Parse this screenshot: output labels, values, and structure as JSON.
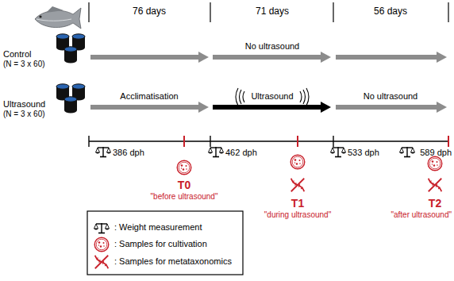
{
  "diagram": {
    "labels": [
      "76 days",
      "71 days",
      "56 days",
      "Control",
      "(N = 3 x 60)",
      "Ultrasound",
      "(N = 3 x 60)",
      "No ultrasound",
      "Acclimatisation",
      "Ultrasound",
      "No ultrasound",
      "386 dph",
      "462 dph",
      "533 dph",
      "589 dph",
      "T0",
      "\"before ultrasound\"",
      "T1",
      "\"during ultrasound\"",
      "T2",
      "\"after ultrasound\""
    ],
    "legend": [
      {
        "text": ": Weight measurement"
      },
      {
        "text": ": Samples for cultivation"
      },
      {
        "text": ": Samples for metataxonomics"
      }
    ]
  }
}
